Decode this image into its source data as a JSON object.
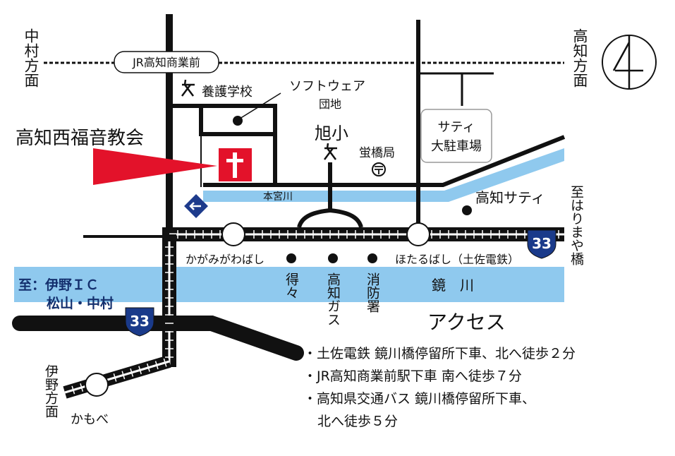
{
  "colors": {
    "road": "#111111",
    "river": "#8fc9ee",
    "marker": "#e3122a",
    "route_badge": "#1a3a8a",
    "arrow_sign": "#1d3b8c"
  },
  "icons": {
    "school": "school-symbol-icon",
    "post_office": "post-office-icon",
    "church": "cross-icon",
    "north": "north-arrow-icon",
    "route_shield": "route-shield-icon",
    "one_way": "one-way-arrow-icon"
  },
  "labels": {
    "nakamura_dir": "中村方面",
    "kochi_dir": "高知方面",
    "ino_dir": "伊野方面",
    "harimaya_dir": "至はりまや橋",
    "jr_station": "JR高知商業前",
    "yogo_school": "養護学校",
    "software_1": "ソフトウェア",
    "software_2": "団地",
    "church": "高知西福音教会",
    "asahi_school": "旭小",
    "hotaru_post": "蛍橋局",
    "saty_parking_1": "サティ",
    "saty_parking_2": "大駐車場",
    "honmiya_river": "本宮川",
    "kochi_saty": "高知サティ",
    "kagamigawa_stop": "かがみがわばし",
    "hotaru_stop": "ほたるばし（土佐電鉄）",
    "toku": "得々",
    "kochi_gas": "高知ガス",
    "fire_station": "消防署",
    "kagami_river": "鏡　川",
    "to_ino_1": "至：伊野ＩＣ",
    "to_ino_2": "松山・中村",
    "kamobe": "かもべ",
    "route_no": "33"
  },
  "access": {
    "title": "アクセス",
    "lines": [
      "・土佐電鉄 鏡川橋停留所下車、北へ徒歩２分",
      "・JR高知商業前駅下車 南へ徒歩７分",
      "・高知県交通バス 鏡川橋停留所下車、",
      "北へ徒歩５分"
    ]
  }
}
